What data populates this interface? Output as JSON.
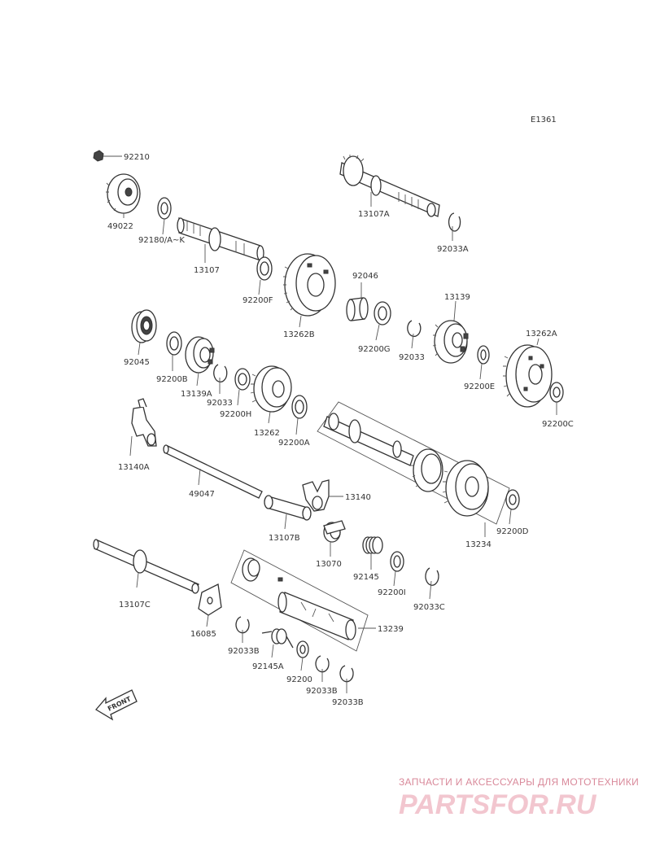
{
  "diagram": {
    "reference_code": "E1361",
    "front_label": "FRONT",
    "labels": {
      "p92210": "92210",
      "p49022": "49022",
      "p92180": "92180/A~K",
      "p13107": "13107",
      "p92200F": "92200F",
      "p13262B": "13262B",
      "p13107A": "13107A",
      "p92033A": "92033A",
      "p92046": "92046",
      "p92200G": "92200G",
      "p92033": "92033",
      "p13139": "13139",
      "p92200E": "92200E",
      "p13262A": "13262A",
      "p92200C": "92200C",
      "p92045": "92045",
      "p92200B": "92200B",
      "p13139A": "13139A",
      "p92033b": "92033",
      "p92200H": "92200H",
      "p13262": "13262",
      "p92200A": "92200A",
      "p13140A": "13140A",
      "p49047": "49047",
      "p13140": "13140",
      "p13107B": "13107B",
      "p13070": "13070",
      "p13234": "13234",
      "p92200D": "92200D",
      "p92145": "92145",
      "p92200I": "92200I",
      "p92033C": "92033C",
      "p13107C": "13107C",
      "p16085": "16085",
      "p13239": "13239",
      "p92033B1": "92033B",
      "p92145A": "92145A",
      "p92200": "92200",
      "p92033B2": "92033B",
      "p92033B3": "92033B"
    }
  },
  "watermark": {
    "tagline": "ЗАПЧАСТИ И АКСЕССУАРЫ ДЛЯ МОТОТЕХНИКИ",
    "logo": "PARTSFOR.RU"
  }
}
